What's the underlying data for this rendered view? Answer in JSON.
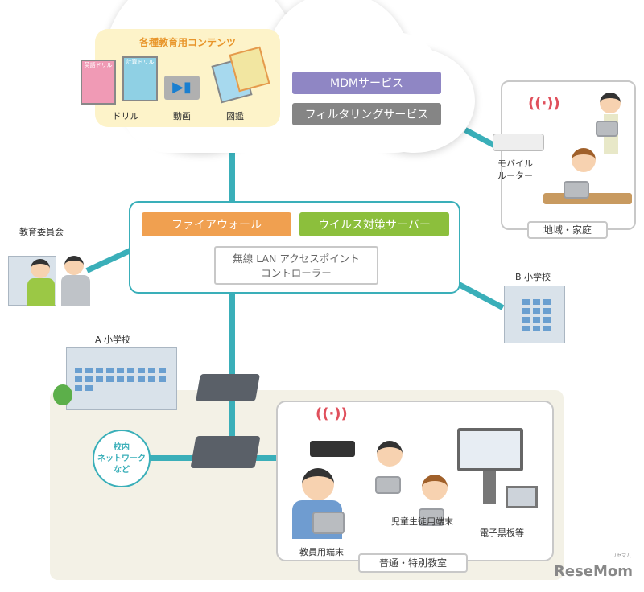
{
  "cloud": {
    "contents_title": "各種教育用コンテンツ",
    "items": [
      "ドリル",
      "動画",
      "図鑑"
    ],
    "book_titles": [
      "英語ドリル",
      "計算ドリル"
    ],
    "mdm": "MDMサービス",
    "filtering": "フィルタリングサービス"
  },
  "center": {
    "firewall": "ファイアウォール",
    "antivirus": "ウイルス対策サーバー",
    "wlc_line1": "無線 LAN アクセスポイント",
    "wlc_line2": "コントローラー"
  },
  "nodes": {
    "board": "教育委員会",
    "school_b": "B 小学校",
    "school_a": "A 小学校",
    "router_line1": "モバイル",
    "router_line2": "ルーター",
    "home": "地域・家庭"
  },
  "lan": {
    "line1": "校内",
    "line2": "ネットワーク",
    "line3": "など"
  },
  "classroom": {
    "title": "普通・特別教室",
    "teacher": "教員用端末",
    "student": "児童生徒用端末",
    "board": "電子黒板等"
  },
  "logo": {
    "text": "ReseMom",
    "sub": "リセマム"
  },
  "colors": {
    "teal": "#3aafb9",
    "mdm": "#8f86c4",
    "filtering": "#858585",
    "firewall": "#f0a050",
    "antivirus": "#8cbf3c"
  }
}
